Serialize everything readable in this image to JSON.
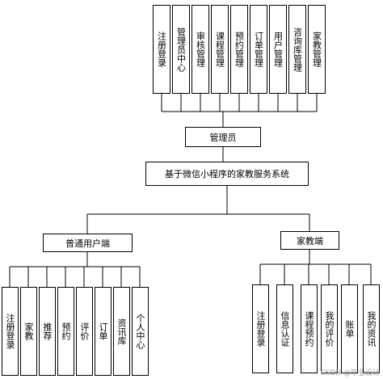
{
  "admin_modules": [
    "注册登录",
    "管理员中心",
    "审核管理",
    "课程管理",
    "预约管理",
    "订单管理",
    "用户管理",
    "咨询库管理",
    "家教管理"
  ],
  "admin": "管理员",
  "system": "基于微信小程序的家教服务系统",
  "user_role": "普通用户端",
  "tutor_role": "家教端",
  "user_modules": [
    "注册登录",
    "家教",
    "推荐",
    "预约",
    "评价",
    "订单",
    "资讯库",
    "个人中心"
  ],
  "tutor_modules": [
    "注册登录",
    "信息认证",
    "课程预约",
    "我的评价",
    "账单",
    "我的资讯"
  ],
  "watermark": "CSDN @毕业设计"
}
